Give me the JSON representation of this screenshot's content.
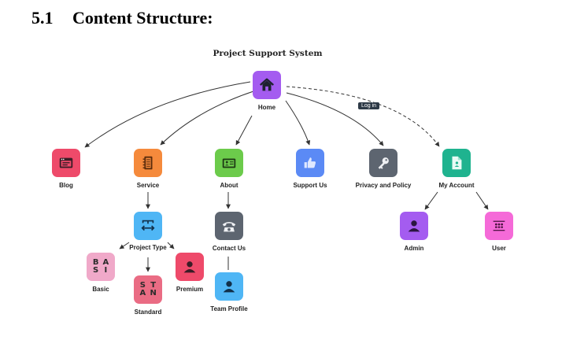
{
  "heading": {
    "number": "5.1",
    "title": "Content Structure:"
  },
  "diagram": {
    "title": "Project Support System",
    "badge": "Log in",
    "nodes": {
      "home": {
        "label": "Home",
        "color": "#a45cf0",
        "icon": "home-icon"
      },
      "blog": {
        "label": "Blog",
        "color": "#ee4a6a",
        "icon": "browser-window-icon"
      },
      "service": {
        "label": "Service",
        "color": "#f58a3c",
        "icon": "notebook-icon"
      },
      "about": {
        "label": "About",
        "color": "#6ccb4b",
        "icon": "id-card-icon"
      },
      "support": {
        "label": "Support Us",
        "color": "#5b8af5",
        "icon": "thumbs-up-icon"
      },
      "privacy": {
        "label": "Privacy and Policy",
        "color": "#5d6570",
        "icon": "key-icon"
      },
      "account": {
        "label": "My Account",
        "color": "#1fb38f",
        "icon": "document-icon"
      },
      "project_type": {
        "label": "Project Type",
        "color": "#4fb6f5",
        "icon": "resize-arrows-icon"
      },
      "contact": {
        "label": "Contact Us",
        "color": "#5d6570",
        "icon": "telephone-icon"
      },
      "admin": {
        "label": "Admin",
        "color": "#a45cf0",
        "icon": "person-icon"
      },
      "user": {
        "label": "User",
        "color": "#f56ad8",
        "icon": "people-list-icon"
      },
      "basic": {
        "label": "Basic",
        "color": "#f0a9c9",
        "letters": [
          "B",
          "A",
          "S",
          "I"
        ]
      },
      "standard": {
        "label": "Standard",
        "color": "#ea6c84",
        "letters": [
          "S",
          "T",
          "A",
          "N"
        ]
      },
      "premium": {
        "label": "Premium",
        "color": "#ee4a6a",
        "icon": "person-icon"
      },
      "team": {
        "label": "Team Profile",
        "color": "#4fb6f5",
        "icon": "person-icon"
      }
    }
  }
}
